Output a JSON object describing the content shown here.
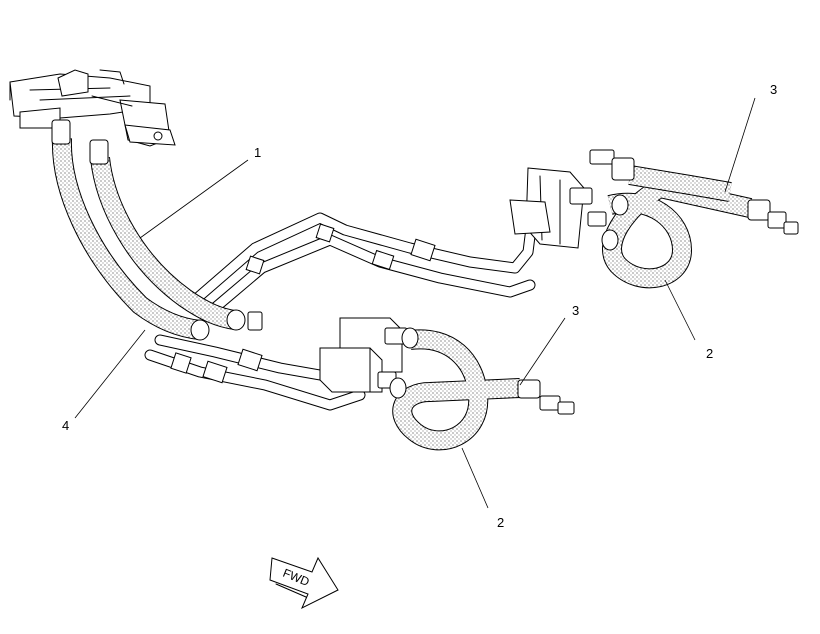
{
  "callouts": {
    "c1": "1",
    "c2a": "2",
    "c2b": "2",
    "c3a": "3",
    "c3b": "3",
    "c4": "4"
  },
  "direction_arrow": {
    "label": "FWD",
    "icon": "forward-arrow-icon"
  }
}
